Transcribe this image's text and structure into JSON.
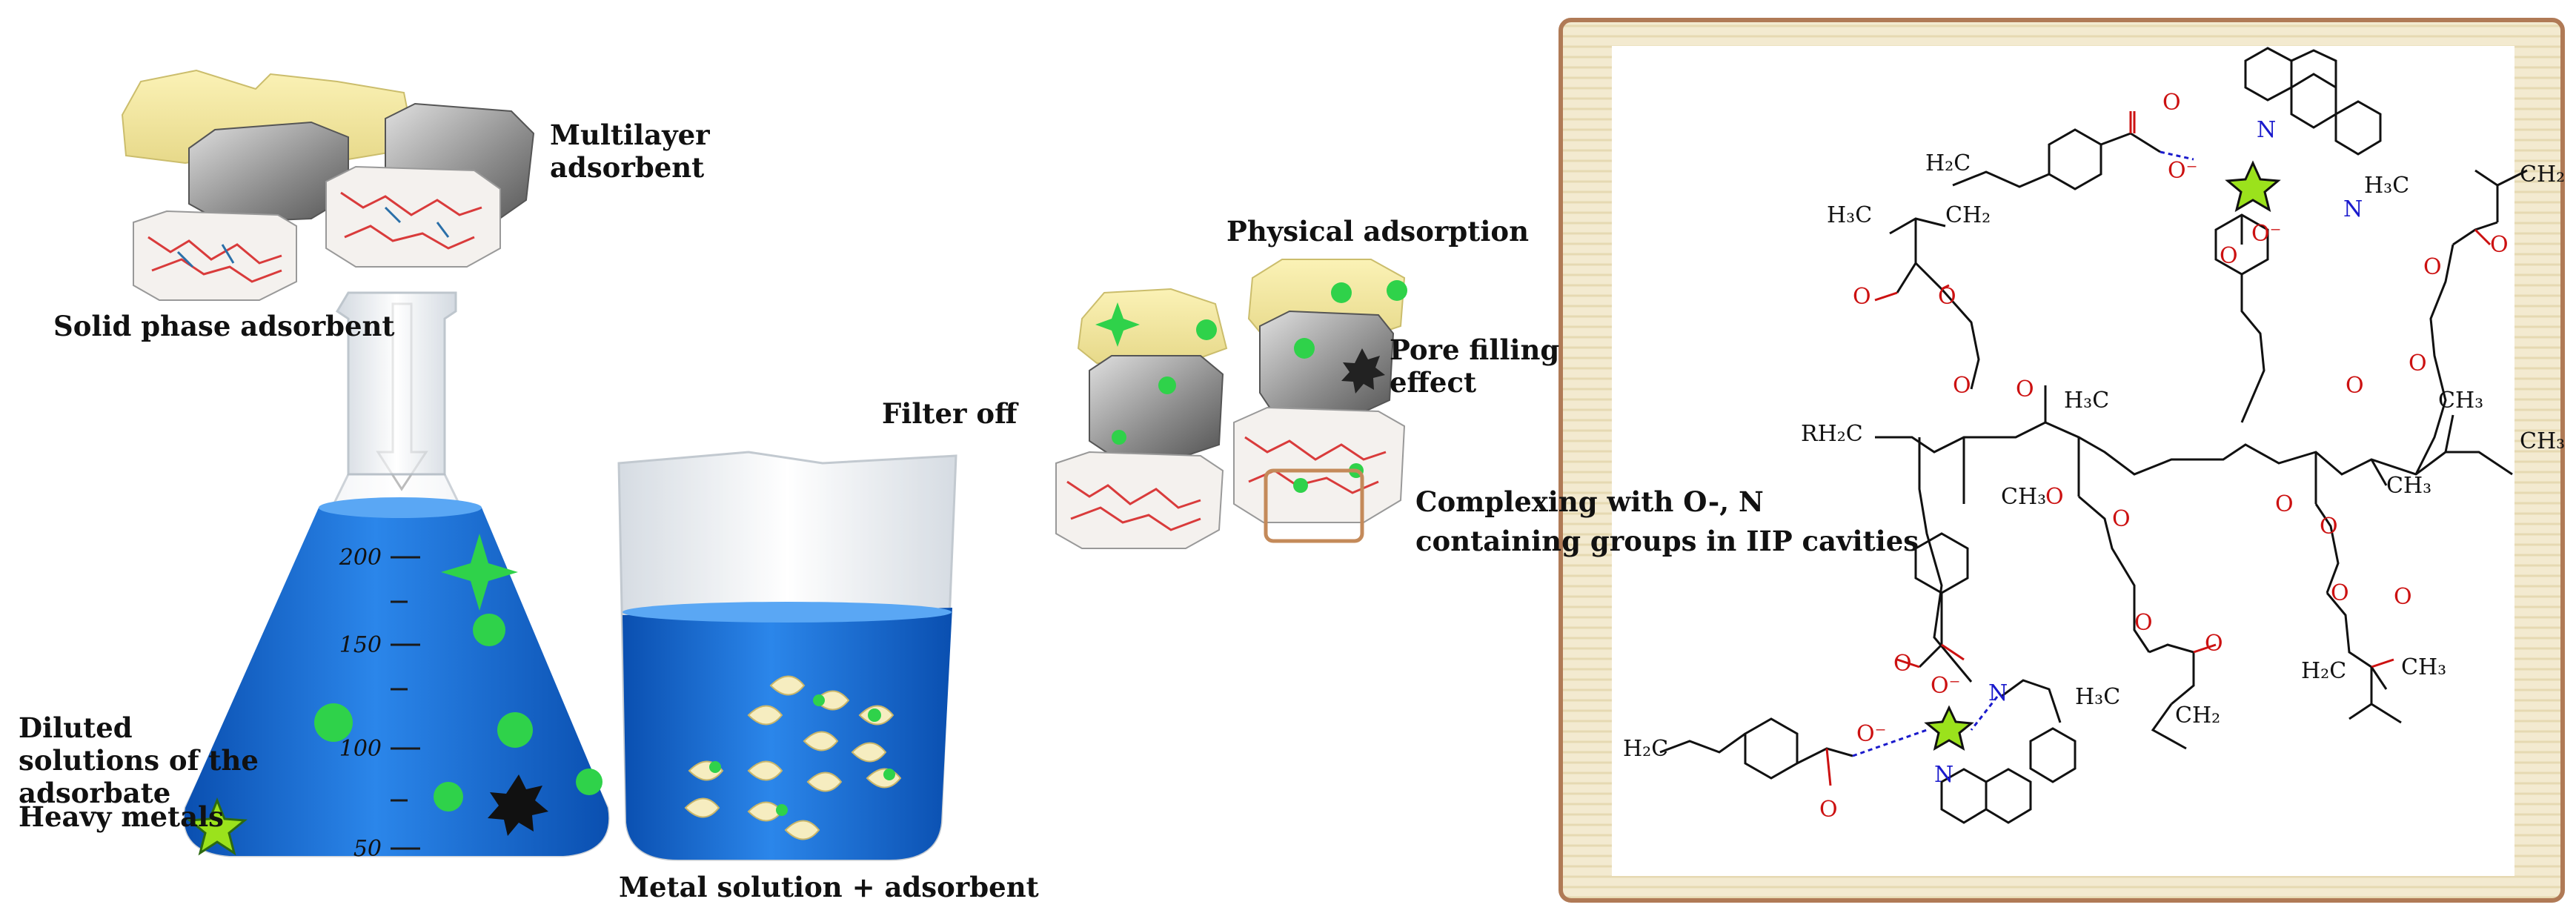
{
  "labels": {
    "multilayer": "Multilayer adsorbent",
    "solid_phase": "Solid phase adsorbent",
    "filter_off": "Filter off",
    "diluted": "Diluted solutions of the adsorbate",
    "heavy_metals": "Heavy metals",
    "metal_solution": "Metal solution + adsorbent",
    "physical_adsorption": "Physical adsorption",
    "pore_filling": "Pore filling effect",
    "complexing_line1": "Complexing with O-, N",
    "complexing_line2": "containing groups in IIP cavities"
  },
  "flask_scale": [
    "200",
    "150",
    "100",
    "50"
  ],
  "chem": {
    "o": "O",
    "o_minus": "O⁻",
    "n": "N",
    "ch3": "CH₃",
    "ch2": "CH₂",
    "h3c": "H₃C",
    "h2c": "H₂C",
    "rh2c": "RH₂C"
  },
  "colors": {
    "liquid": "#1f6fd6",
    "metal_ion": "#2fd24a",
    "heavy_metal_star": "#9be21c",
    "frame": "#b07a56",
    "frame_fill": "#f3ead0",
    "oxygen": "#cc1111",
    "nitrogen": "#1a1acc"
  }
}
